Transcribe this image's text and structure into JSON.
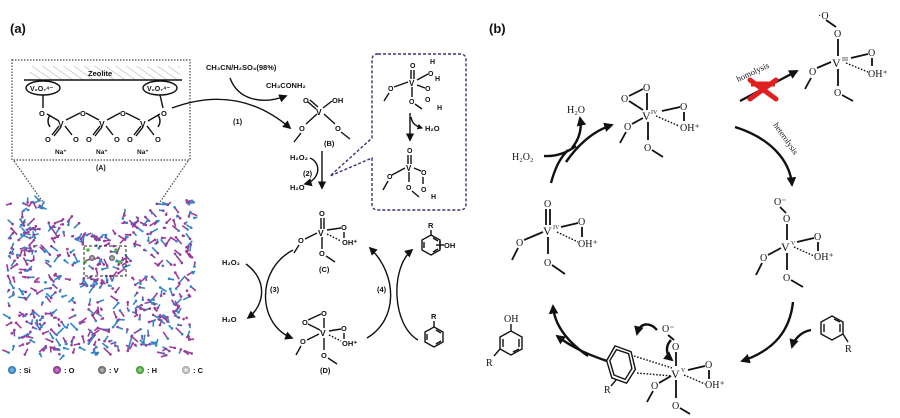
{
  "panel_a": {
    "label": "(a)",
    "inset": {
      "surface_label": "Zeolite",
      "anchor_left": "V₂O₇⁴⁻",
      "anchor_right": "V₂O₇⁴⁻",
      "counterions": [
        "Na⁺",
        "Na⁺",
        "Na⁺"
      ],
      "caption": "(A)"
    },
    "legend": [
      {
        "symbol": ": Si",
        "color": "#2f86c8"
      },
      {
        "symbol": ": O",
        "color": "#9b3a9c"
      },
      {
        "symbol": ": V",
        "color": "#6e6e6e"
      },
      {
        "symbol": ": H",
        "color": "#4cb83a"
      },
      {
        "symbol": ": C",
        "color": "#c8c8c8"
      }
    ],
    "framework_colors": {
      "si": "#2f86c8",
      "o": "#9b3a9c",
      "h": "#4cb83a",
      "v": "#8a8a8a"
    },
    "step1": {
      "reagent": "CH₃CN/H₂SO₄(98%)",
      "product": "CH₃CONH₂",
      "label": "(1)"
    },
    "species_B": "(B)",
    "step2": {
      "in": "H₂O₂",
      "out": "H₂O",
      "label": "(2)"
    },
    "zoom_box": {
      "byproduct": "H₂O"
    },
    "species_C": "(C)",
    "species_D": "(D)",
    "step3": {
      "in": "H₂O₂",
      "out": "H₂O",
      "label": "(3)"
    },
    "step4": {
      "label": "(4)",
      "substituent": "R",
      "product_group": "OH"
    },
    "atoms": {
      "V": "V",
      "O": "O",
      "OH": "OH",
      "H": "H",
      "OHplus": "OH⁺"
    }
  },
  "panel_b": {
    "label": "(b)",
    "homolysis_label": "homolysis",
    "heterolysis_label": "heterolysis",
    "blocked_mark_color": "#e02020",
    "h2o2": "H₂O₂",
    "h2o": "H₂O",
    "vIV": "IV",
    "vV": "V",
    "vIII": "III",
    "atoms": {
      "V": "V",
      "O": "O",
      "Ominus": "O⁻",
      "Orad": "·O",
      "OHplus": "OH⁺",
      "OH": "OH",
      "R": "R"
    }
  }
}
